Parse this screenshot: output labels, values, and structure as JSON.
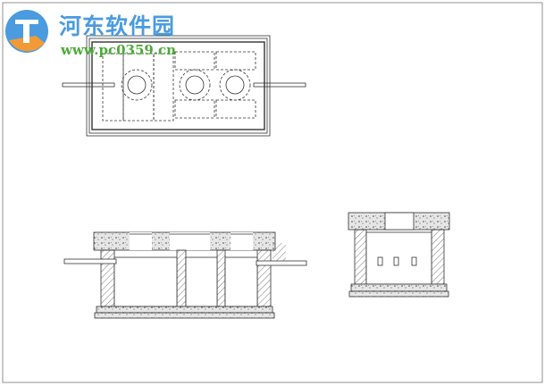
{
  "watermark": {
    "title": "河东软件园",
    "url": "www.pc0359.cn",
    "title_color": "#4a9be0",
    "url_color": "#4caa3a",
    "logo_colors": [
      "#4a9be0",
      "#f29a38"
    ]
  },
  "drawing": {
    "background": "#ffffff",
    "line_color": "#333333",
    "views": [
      "plan-view",
      "longitudinal-section",
      "cross-section"
    ]
  }
}
